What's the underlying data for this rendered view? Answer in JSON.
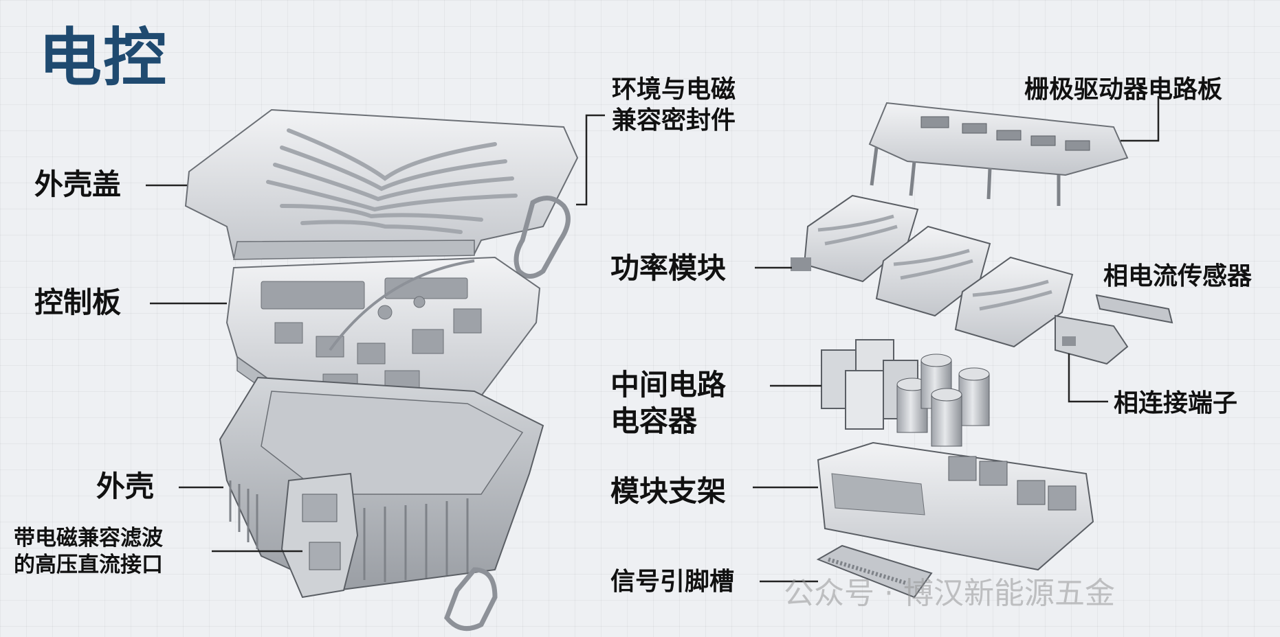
{
  "title": "电控",
  "labels": {
    "housing_cover": "外壳盖",
    "control_board": "控制板",
    "housing": "外壳",
    "hv_dc_interface_line1": "带电磁兼容滤波",
    "hv_dc_interface_line2": "的高压直流接口",
    "seal_line1": "环境与电磁",
    "seal_line2": "兼容密封件",
    "gate_driver_board": "栅极驱动器电路板",
    "power_module": "功率模块",
    "phase_current_sensor": "相电流传感器",
    "dc_link_capacitor_line1": "中间电路",
    "dc_link_capacitor_line2": "电容器",
    "connector_terminal": "相连接端子",
    "module_bracket": "模块支架",
    "signal_pin_slot": "信号引脚槽"
  },
  "watermark": "公众号 · 博汉新能源五金",
  "colors": {
    "title": "#1f4a70",
    "metal_light": "#e4e6e9",
    "metal_mid": "#c9ccd1",
    "metal_dark": "#8d9198",
    "outline": "#5a5e64"
  }
}
